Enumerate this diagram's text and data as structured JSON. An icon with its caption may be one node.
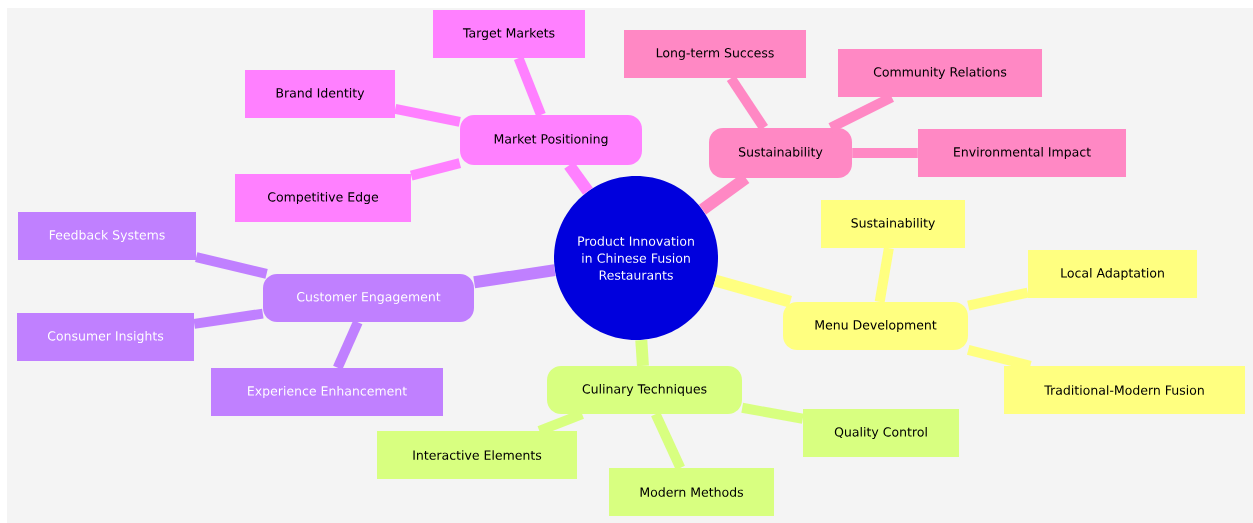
{
  "diagram": {
    "nodes": [
      {
        "text": [
          "Product Innovation in Chinese Fusion Restaurants"
        ]
      },
      {
        "text": [
          "Market Positioning"
        ]
      },
      {
        "text": [
          "Target Markets"
        ]
      },
      {
        "text": [
          "Brand Identity"
        ]
      },
      {
        "text": [
          "Competitive Edge"
        ]
      },
      {
        "text": [
          "Sustainability"
        ]
      },
      {
        "text": [
          "Long-term Success"
        ]
      },
      {
        "text": [
          "Community Relations"
        ]
      },
      {
        "text": [
          "Environmental Impact"
        ]
      },
      {
        "text": [
          "Customer Engagement"
        ]
      },
      {
        "text": [
          "Feedback Systems"
        ]
      },
      {
        "text": [
          "Consumer Insights"
        ]
      },
      {
        "text": [
          "Experience Enhancement"
        ]
      },
      {
        "text": [
          "Menu Development"
        ]
      },
      {
        "text": [
          "Sustainability"
        ]
      },
      {
        "text": [
          "Local Adaptation"
        ]
      },
      {
        "text": [
          "Traditional-Modern Fusion"
        ]
      },
      {
        "text": [
          "Culinary Techniques"
        ]
      },
      {
        "text": [
          "Interactive Elements"
        ]
      },
      {
        "text": [
          "Modern Methods"
        ]
      },
      {
        "text": [
          "Quality Control"
        ]
      }
    ],
    "edges": [
      {
        "from": 0,
        "to": 1,
        "arrow": "none",
        "color": "#ff80ff"
      },
      {
        "from": 1,
        "to": 2,
        "arrow": "none",
        "color": "#ff80ff"
      },
      {
        "from": 1,
        "to": 3,
        "arrow": "none",
        "color": "#ff80ff"
      },
      {
        "from": 1,
        "to": 4,
        "arrow": "none",
        "color": "#ff80ff"
      },
      {
        "from": 0,
        "to": 5,
        "arrow": "none",
        "color": "#ff88c4"
      },
      {
        "from": 5,
        "to": 6,
        "arrow": "none",
        "color": "#ff88c4"
      },
      {
        "from": 5,
        "to": 7,
        "arrow": "none",
        "color": "#ff88c4"
      },
      {
        "from": 5,
        "to": 8,
        "arrow": "none",
        "color": "#ff88c4"
      },
      {
        "from": 0,
        "to": 9,
        "arrow": "none",
        "color": "#c080ff"
      },
      {
        "from": 9,
        "to": 10,
        "arrow": "none",
        "color": "#c080ff"
      },
      {
        "from": 9,
        "to": 11,
        "arrow": "none",
        "color": "#c080ff"
      },
      {
        "from": 9,
        "to": 12,
        "arrow": "none",
        "color": "#c080ff"
      },
      {
        "from": 0,
        "to": 13,
        "arrow": "none",
        "color": "#ffff80"
      },
      {
        "from": 13,
        "to": 14,
        "arrow": "none",
        "color": "#ffff80"
      },
      {
        "from": 13,
        "to": 15,
        "arrow": "none",
        "color": "#ffff80"
      },
      {
        "from": 13,
        "to": 16,
        "arrow": "none",
        "color": "#ffff80"
      },
      {
        "from": 0,
        "to": 17,
        "arrow": "none",
        "color": "#d8ff80"
      },
      {
        "from": 17,
        "to": 18,
        "arrow": "none",
        "color": "#d8ff80"
      },
      {
        "from": 17,
        "to": 19,
        "arrow": "none",
        "color": "#d8ff80"
      },
      {
        "from": 17,
        "to": 20,
        "arrow": "none",
        "color": "#d8ff80"
      }
    ]
  }
}
